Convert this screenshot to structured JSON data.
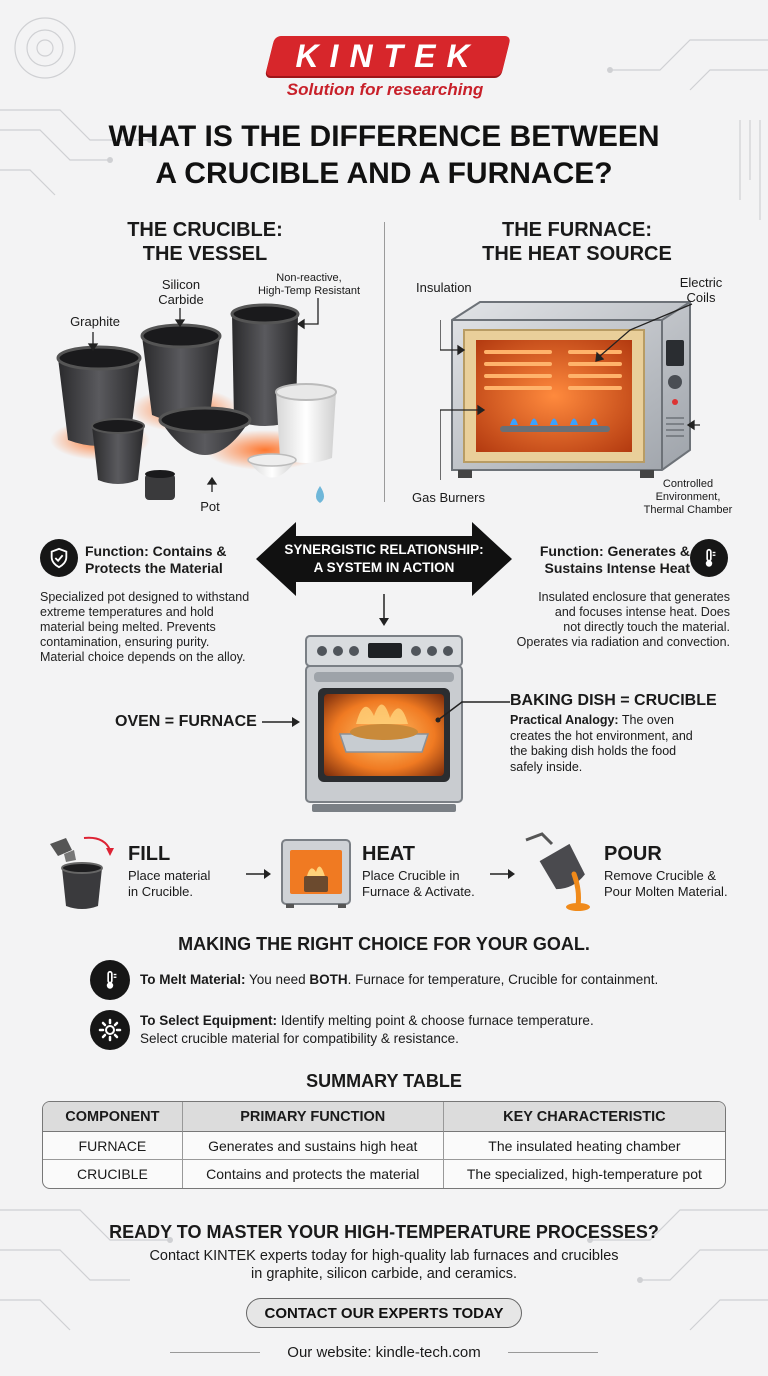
{
  "brand": {
    "logo": "KINTEK",
    "tagline": "Solution for researching",
    "red": "#d7262b"
  },
  "title_line1": "WHAT IS THE DIFFERENCE BETWEEN",
  "title_line2": "A CRUCIBLE AND A FURNACE?",
  "crucible": {
    "heading_line1": "THE CRUCIBLE:",
    "heading_line2": "THE VESSEL",
    "labels": {
      "graphite": "Graphite",
      "silicon_line1": "Silicon",
      "silicon_line2": "Carbide",
      "nonreactive_line1": "Non-reactive,",
      "nonreactive_line2": "High-Temp Resistant",
      "pot": "Pot"
    },
    "function_line1": "Function: Contains &",
    "function_line2": "Protects the Material",
    "body": [
      "Specialized pot designed to withstand",
      "extreme temperatures and hold",
      "material being melted. Prevents",
      "contamination, ensuring purity.",
      "Material choice depends on the alloy."
    ]
  },
  "furnace": {
    "heading_line1": "THE FURNACE:",
    "heading_line2": "THE HEAT SOURCE",
    "labels": {
      "insulation": "Insulation",
      "coils_line1": "Electric",
      "coils_line2": "Coils",
      "gas": "Gas Burners",
      "env_line1": "Controlled",
      "env_line2": "Environment,",
      "env_line3": "Thermal Chamber"
    },
    "function_line1": "Function: Generates &",
    "function_line2": "Sustains Intense Heat",
    "body": [
      "Insulated enclosure that generates",
      "and focuses intense heat. Does",
      "not directly touch the material.",
      "Operates via radiation and convection."
    ]
  },
  "synergy_line1": "SYNERGISTIC RELATIONSHIP:",
  "synergy_line2": "A SYSTEM IN ACTION",
  "analogy": {
    "oven_label": "OVEN = FURNACE",
    "dish_label": "BAKING DISH = CRUCIBLE",
    "lead": "Practical Analogy:",
    "body_line1": " The oven",
    "body_line2": "creates the hot environment, and",
    "body_line3": "the baking dish holds the food",
    "body_line4": "safely inside."
  },
  "steps": [
    {
      "title": "FILL",
      "line1": "Place material",
      "line2": "in Crucible."
    },
    {
      "title": "HEAT",
      "line1": "Place Crucible in",
      "line2": "Furnace & Activate."
    },
    {
      "title": "POUR",
      "line1": "Remove Crucible &",
      "line2": "Pour Molten Material."
    }
  ],
  "goal": {
    "heading": "MAKING THE RIGHT CHOICE FOR YOUR GOAL.",
    "melt_lead": "To Melt Material:",
    "melt_a": " You need ",
    "melt_both": "BOTH",
    "melt_b": ". Furnace for temperature, Crucible for containment.",
    "select_lead": "To Select Equipment:",
    "select_a": " Identify melting point & choose furnace temperature.",
    "select_b": "Select crucible material for compatibility & resistance."
  },
  "table": {
    "heading": "SUMMARY TABLE",
    "columns": [
      "COMPONENT",
      "PRIMARY FUNCTION",
      "KEY CHARACTERISTIC"
    ],
    "rows": [
      [
        "FURNACE",
        "Generates and sustains high heat",
        "The insulated heating chamber"
      ],
      [
        "CRUCIBLE",
        "Contains and protects the material",
        "The specialized, high-temperature pot"
      ]
    ]
  },
  "cta": {
    "heading": "READY TO MASTER YOUR HIGH-TEMPERATURE PROCESSES?",
    "body_line1": "Contact KINTEK experts today for high-quality lab furnaces and crucibles",
    "body_line2": "in graphite, silicon carbide, and ceramics.",
    "button": "CONTACT OUR EXPERTS TODAY",
    "website": "Our website: kindle-tech.com"
  }
}
